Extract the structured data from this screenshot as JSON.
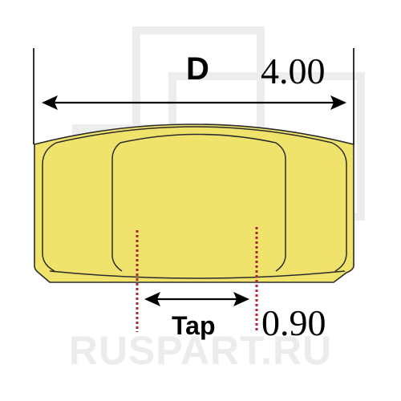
{
  "diagram": {
    "diameter_label": "D",
    "diameter_value": "4.00",
    "tap_label": "Tap",
    "tap_value": "0.90",
    "watermark": "RUSPART.RU",
    "colors": {
      "nut_fill": "#f0e36b",
      "outline": "#2b2b2b",
      "tap_lines": "#b0242f",
      "watermark": "#ececec"
    }
  }
}
